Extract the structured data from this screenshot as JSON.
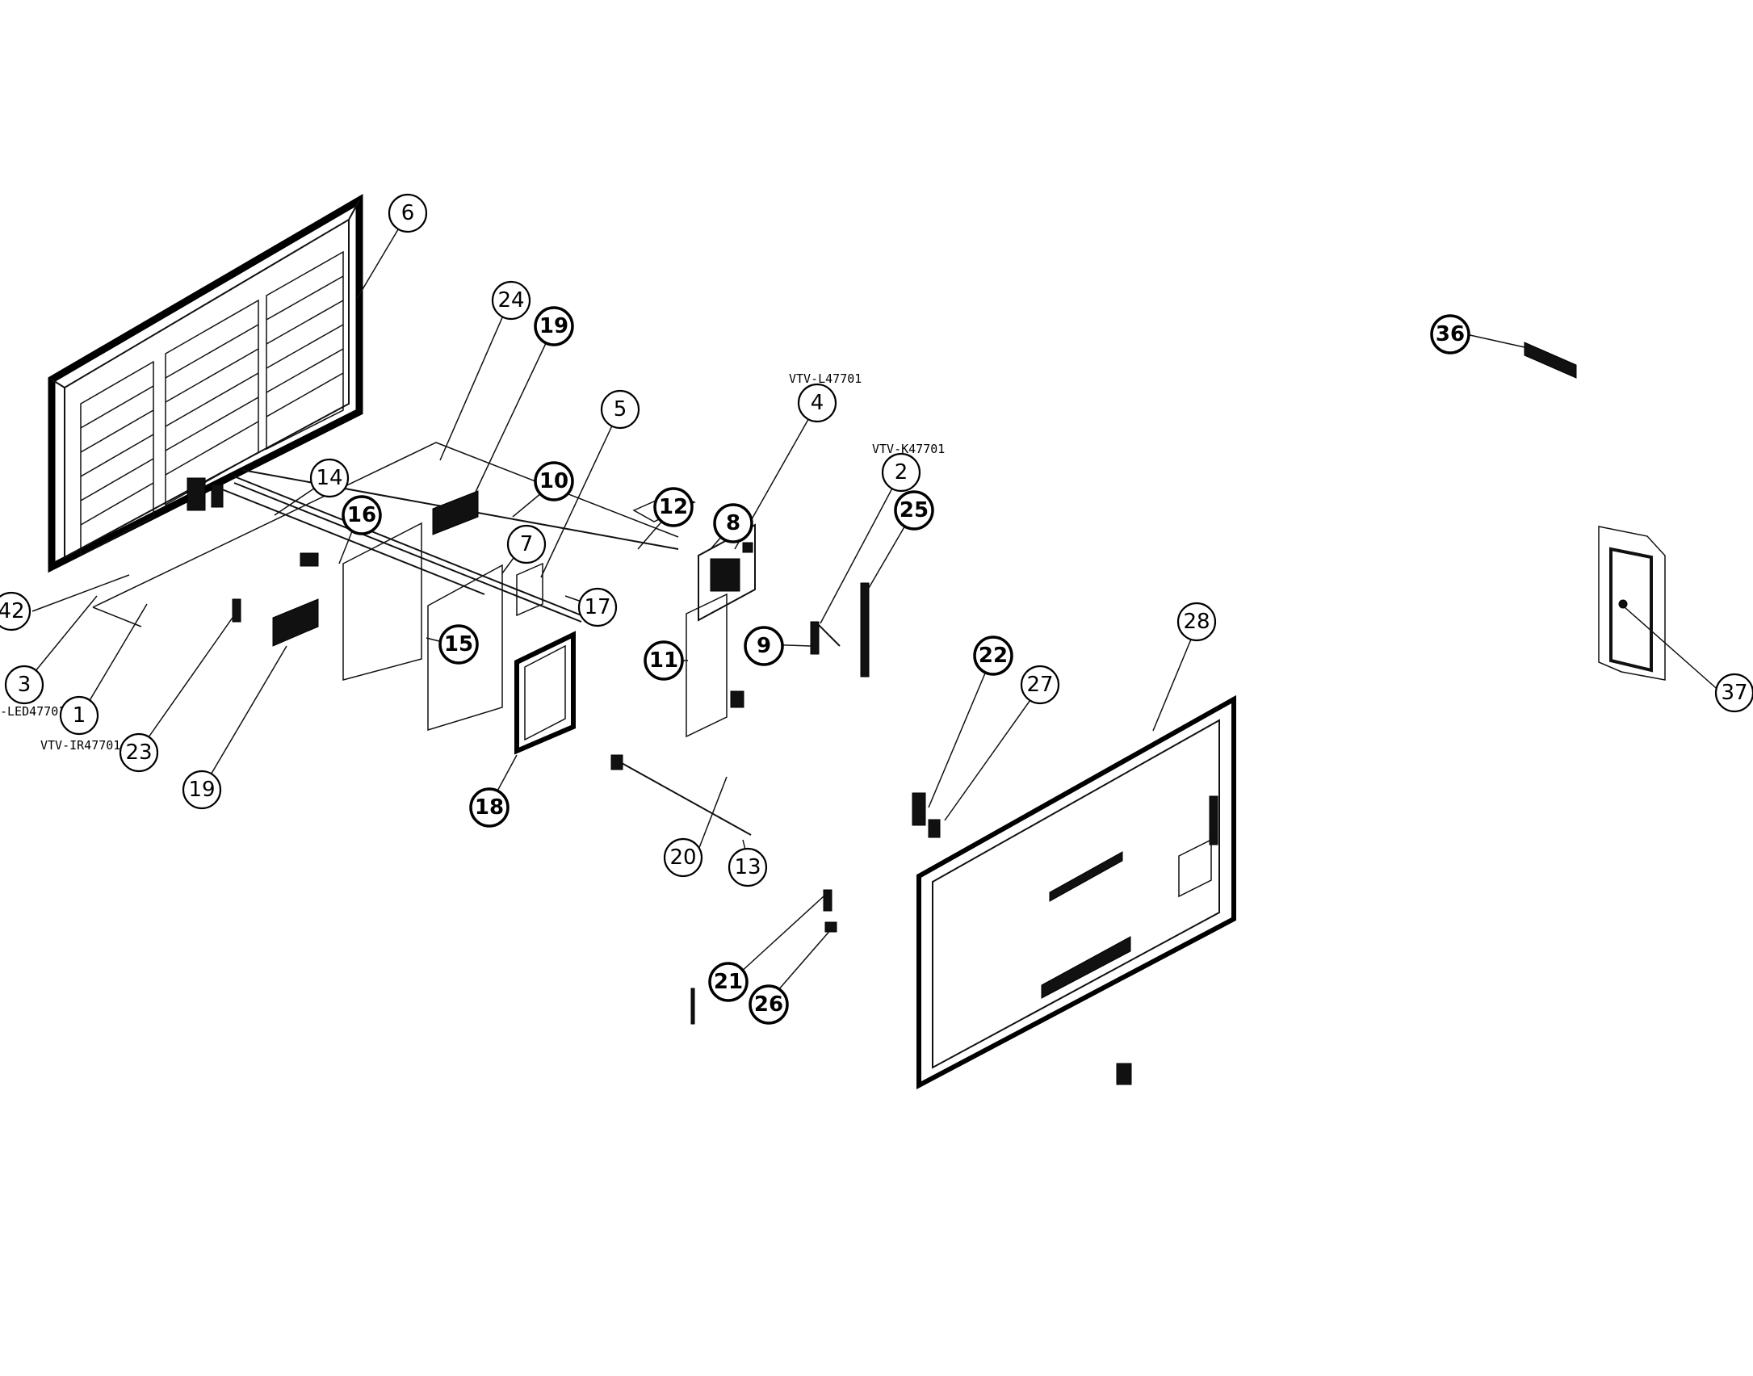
{
  "model_labels": {
    "main_board": "VTV-L47701",
    "key_board": "VTV-K47701",
    "led_board": "-LED47701",
    "ir_board": "VTV-IR47701"
  },
  "callouts": [
    {
      "id": "c6",
      "number": "6",
      "bold": false
    },
    {
      "id": "c24",
      "number": "24",
      "bold": false
    },
    {
      "id": "c19a",
      "number": "19",
      "bold": true
    },
    {
      "id": "c5",
      "number": "5",
      "bold": false
    },
    {
      "id": "c4",
      "number": "4",
      "bold": false
    },
    {
      "id": "c2",
      "number": "2",
      "bold": false
    },
    {
      "id": "c25",
      "number": "25",
      "bold": true
    },
    {
      "id": "c10",
      "number": "10",
      "bold": true
    },
    {
      "id": "c12",
      "number": "12",
      "bold": true
    },
    {
      "id": "c8",
      "number": "8",
      "bold": true
    },
    {
      "id": "c14",
      "number": "14",
      "bold": false
    },
    {
      "id": "c16",
      "number": "16",
      "bold": true
    },
    {
      "id": "c7",
      "number": "7",
      "bold": false
    },
    {
      "id": "c17",
      "number": "17",
      "bold": false
    },
    {
      "id": "c42",
      "number": "42",
      "bold": false
    },
    {
      "id": "c3",
      "number": "3",
      "bold": false
    },
    {
      "id": "c1",
      "number": "1",
      "bold": false
    },
    {
      "id": "c23",
      "number": "23",
      "bold": false
    },
    {
      "id": "c19b",
      "number": "19",
      "bold": false
    },
    {
      "id": "c15",
      "number": "15",
      "bold": true
    },
    {
      "id": "c11",
      "number": "11",
      "bold": true
    },
    {
      "id": "c9",
      "number": "9",
      "bold": true
    },
    {
      "id": "c18",
      "number": "18",
      "bold": true
    },
    {
      "id": "c20",
      "number": "20",
      "bold": false
    },
    {
      "id": "c13",
      "number": "13",
      "bold": false
    },
    {
      "id": "c22",
      "number": "22",
      "bold": true
    },
    {
      "id": "c27",
      "number": "27",
      "bold": false
    },
    {
      "id": "c28",
      "number": "28",
      "bold": false
    },
    {
      "id": "c21",
      "number": "21",
      "bold": true
    },
    {
      "id": "c26",
      "number": "26",
      "bold": true
    },
    {
      "id": "c36",
      "number": "36",
      "bold": true
    },
    {
      "id": "c37",
      "number": "37",
      "bold": false
    }
  ]
}
